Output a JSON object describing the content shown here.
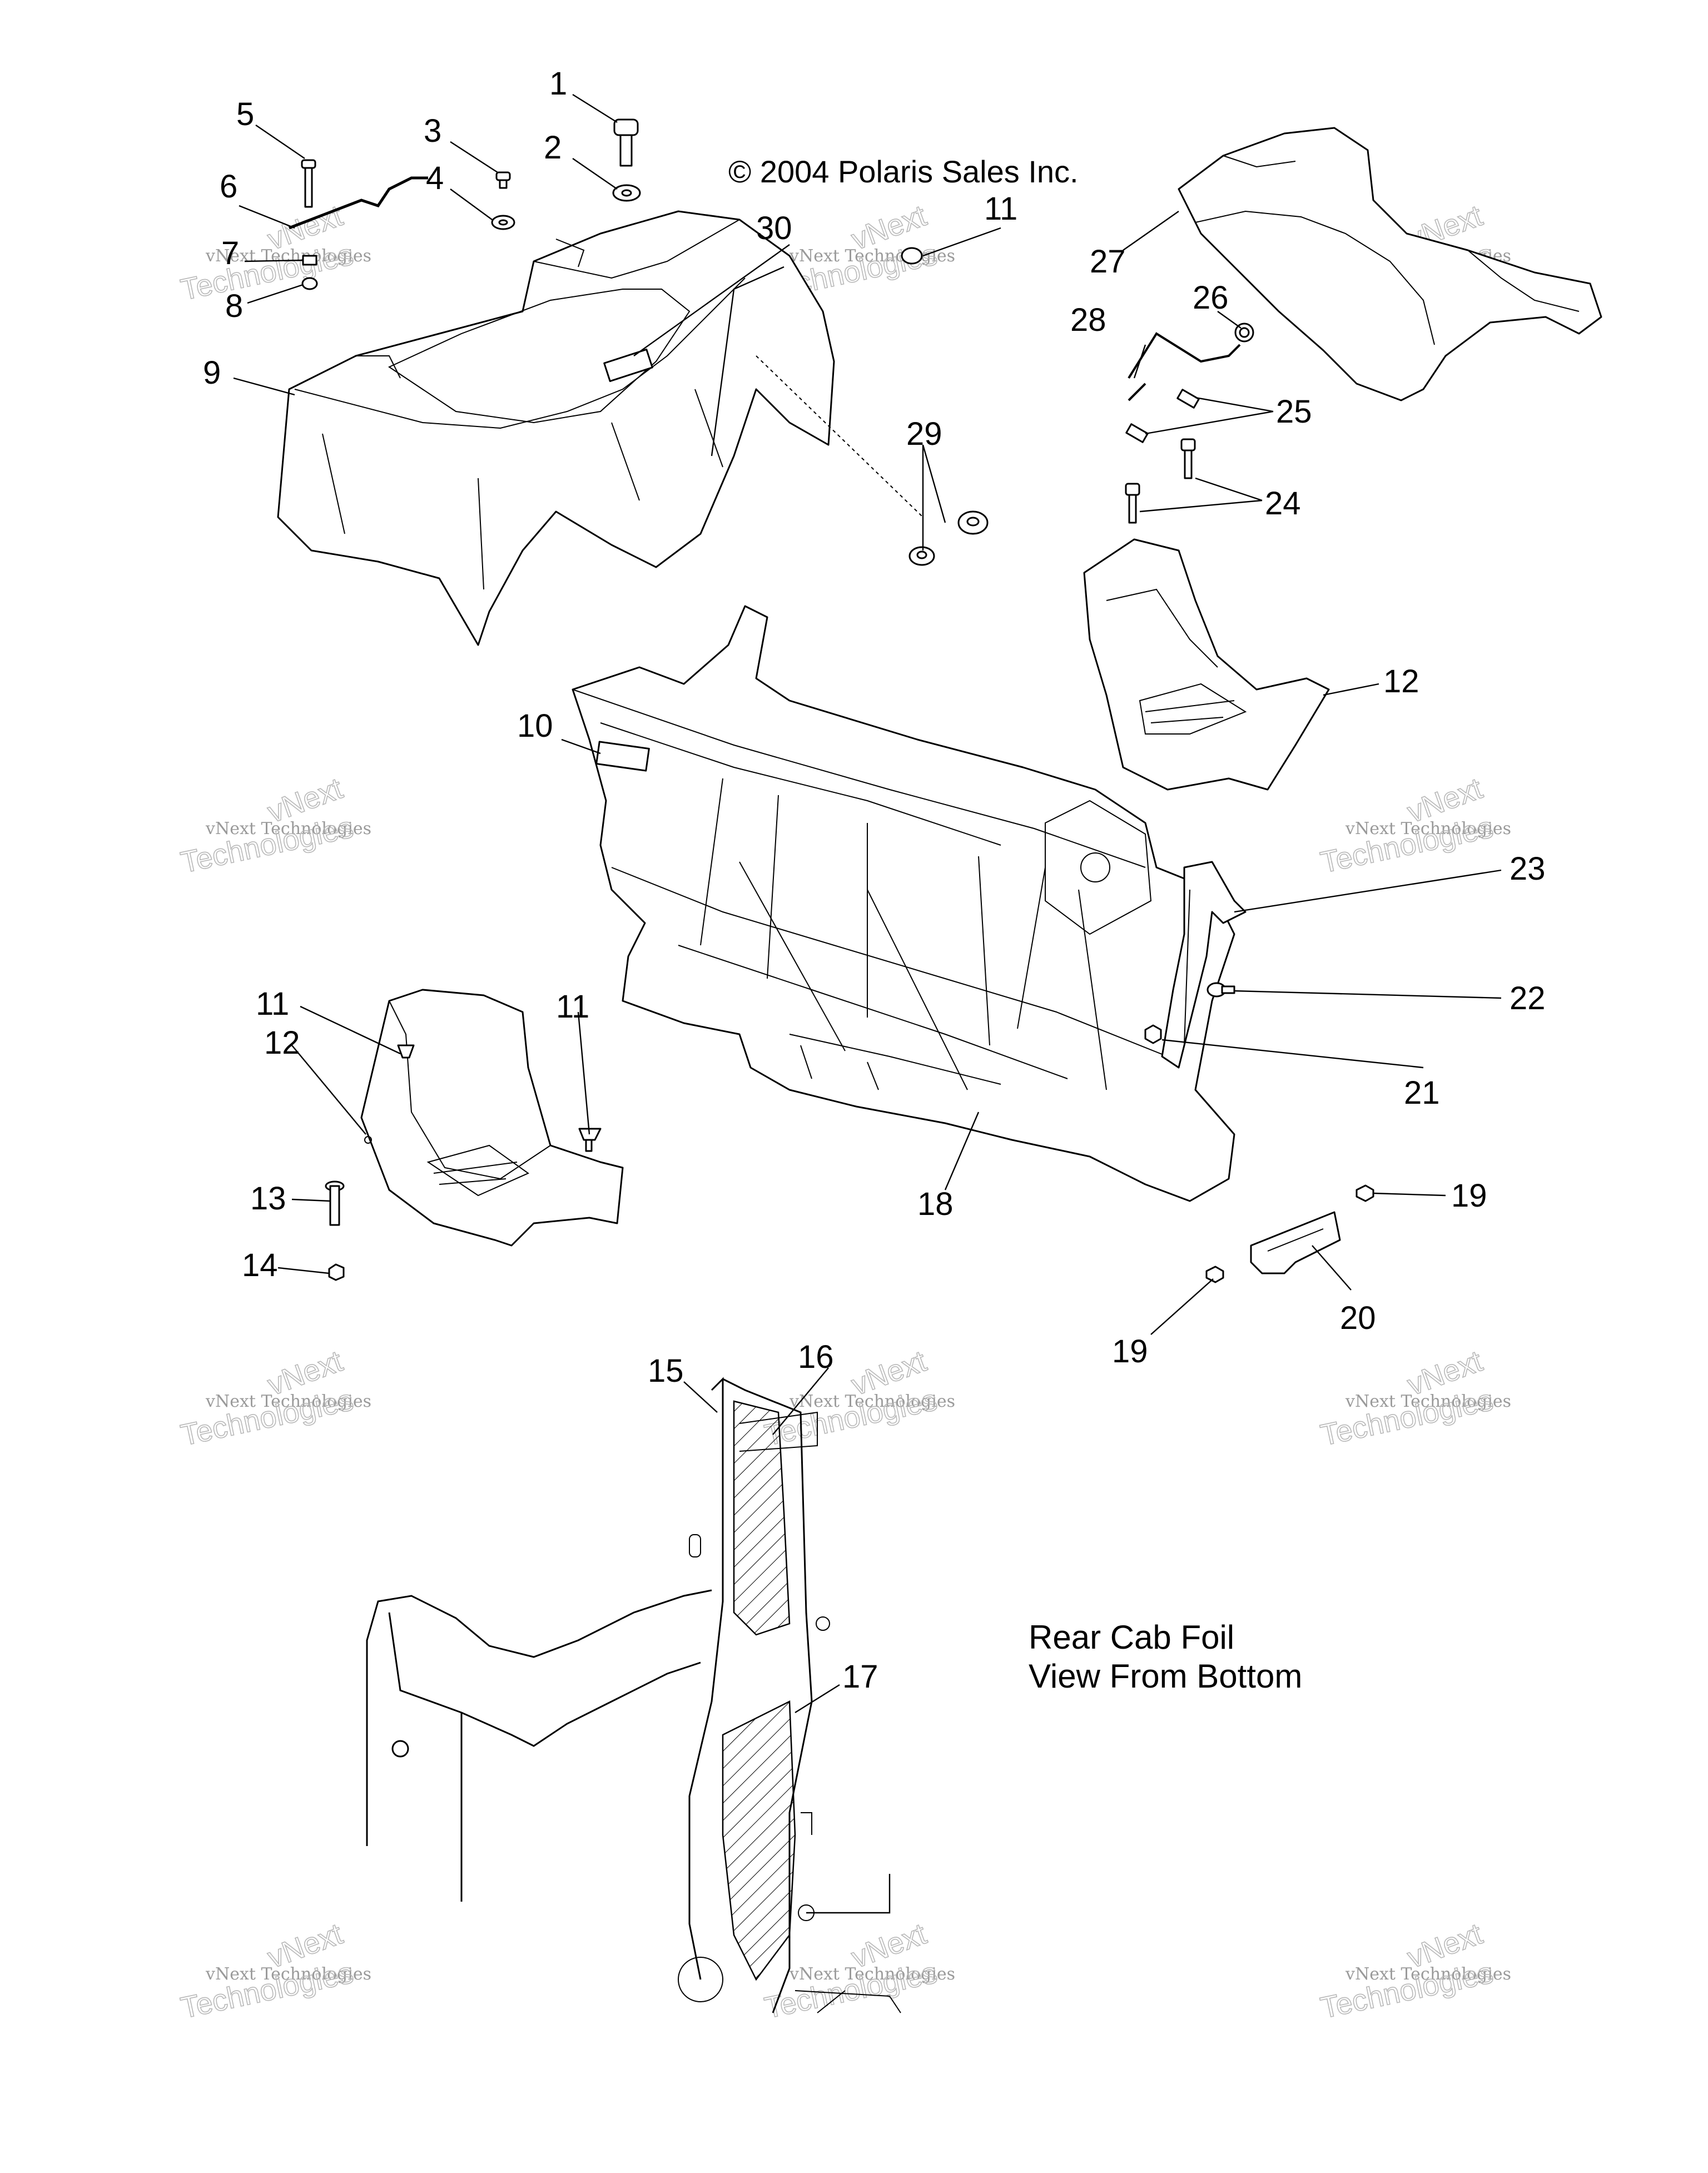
{
  "copyright": "© 2004 Polaris Sales Inc.",
  "caption": {
    "line1": "Rear Cab Foil",
    "line2": "View From Bottom"
  },
  "callouts": {
    "c1": "1",
    "c2": "2",
    "c3": "3",
    "c4": "4",
    "c5": "5",
    "c6": "6",
    "c7": "7",
    "c8": "8",
    "c9": "9",
    "c10": "10",
    "c11a": "11",
    "c11b": "11",
    "c11c": "11",
    "c12a": "12",
    "c12b": "12",
    "c13": "13",
    "c14": "14",
    "c15": "15",
    "c16": "16",
    "c17": "17",
    "c18": "18",
    "c19a": "19",
    "c19b": "19",
    "c20": "20",
    "c21": "21",
    "c22": "22",
    "c23": "23",
    "c24": "24",
    "c25": "25",
    "c26": "26",
    "c27": "27",
    "c28": "28",
    "c29": "29",
    "c30": "30"
  },
  "watermark": {
    "small": "vNext Technologies",
    "large": "Technologies",
    "top": "vNext"
  }
}
